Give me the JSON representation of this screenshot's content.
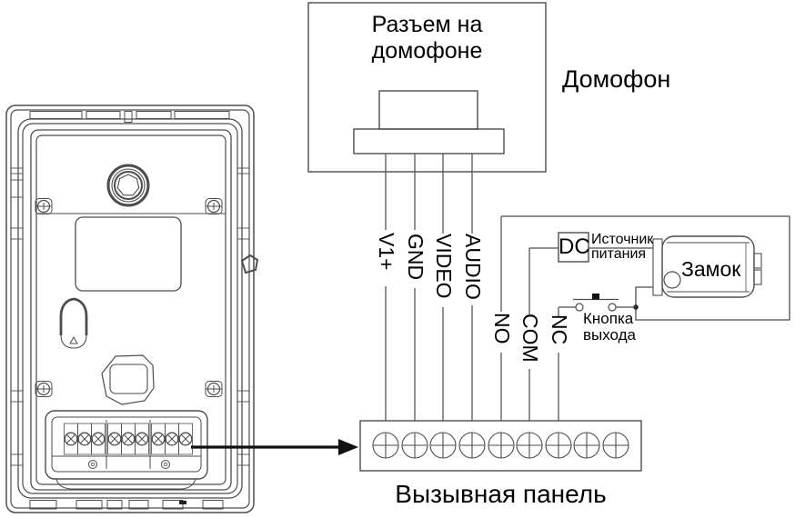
{
  "colors": {
    "line_gray": "#4d4d4d",
    "line_light": "#6e6e6e",
    "text_black": "#000000",
    "arrow_black": "#111111",
    "background": "#ffffff"
  },
  "intercom": {
    "connector_label": "Разъем на домофоне",
    "device_label": "Домофон"
  },
  "wires": {
    "v1": "V1+",
    "gnd": "GND",
    "video": "VIDEO",
    "audio": "AUDIO",
    "no": "NO",
    "com": "COM",
    "nc": "NC"
  },
  "power_source": {
    "dc_label": "DC",
    "name_line1": "Источник",
    "name_line2": "питания"
  },
  "lock": {
    "label": "Замок"
  },
  "exit_button": {
    "name_line1": "Кнопка",
    "name_line2": "выхода"
  },
  "call_panel": {
    "label": "Вызывная панель",
    "terminal_count": 9
  },
  "panel_terminal_block": {
    "screw_count": 9
  }
}
